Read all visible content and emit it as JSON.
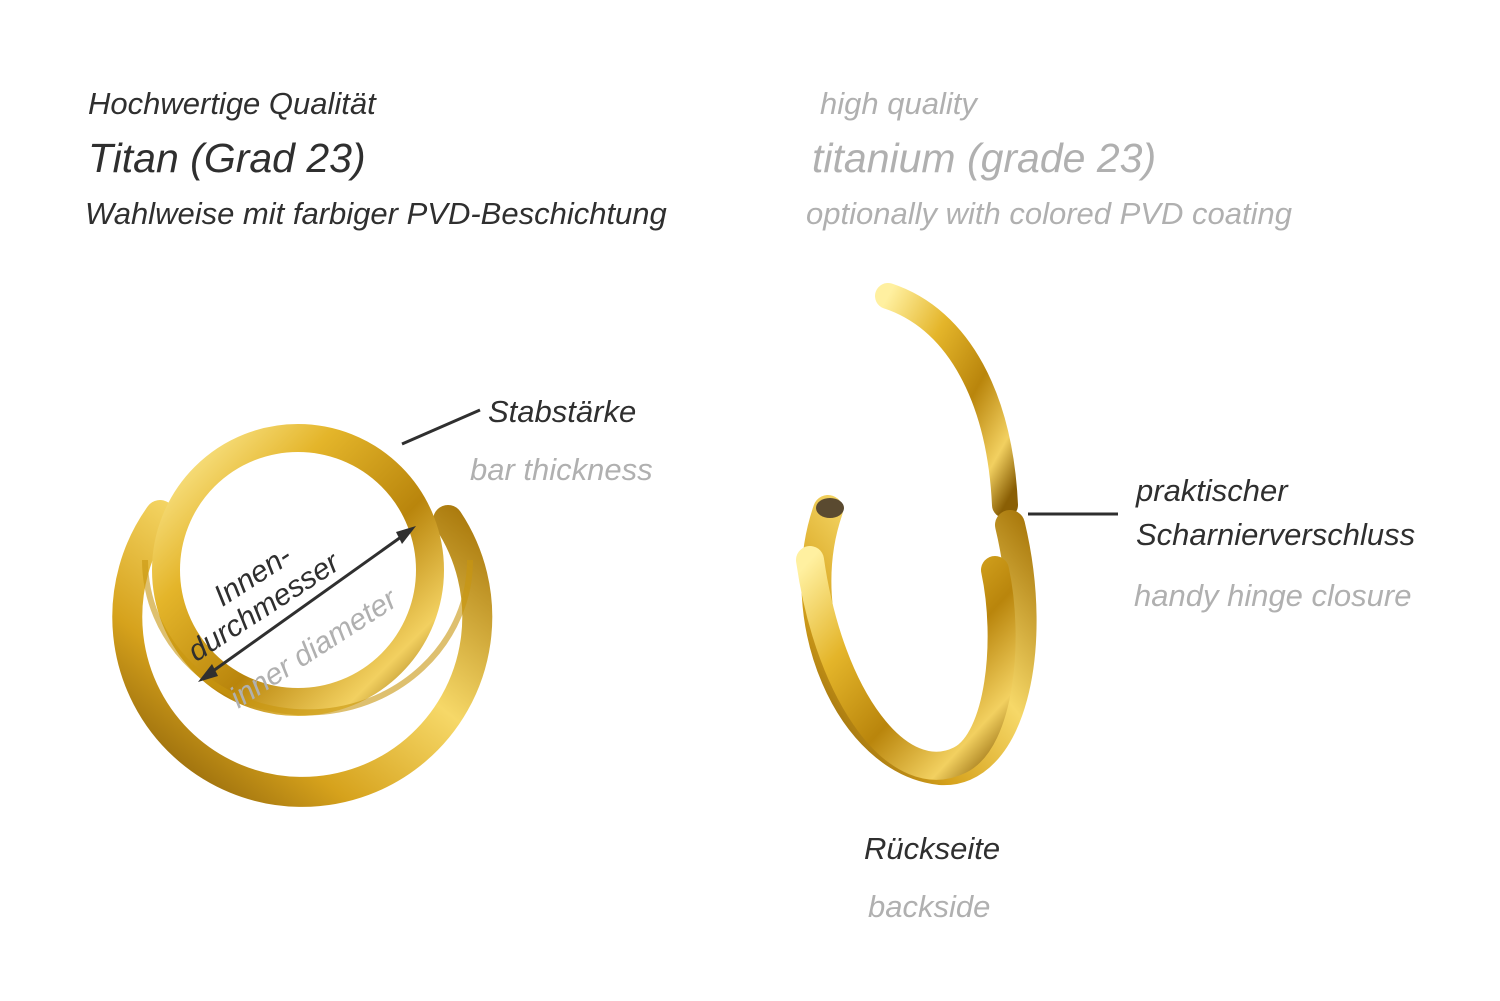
{
  "header": {
    "de": {
      "quality": "Hochwertige Qualität",
      "material": "Titan (Grad 23)",
      "coating": "Wahlweise mit farbiger PVD-Beschichtung"
    },
    "en": {
      "quality": "high quality",
      "material": "titanium (grade 23)",
      "coating": "optionally with colored PVD coating"
    }
  },
  "labels": {
    "bar_thickness_de": "Stabstärke",
    "bar_thickness_en": "bar thickness",
    "inner_diameter_de_1": "Innen-",
    "inner_diameter_de_2": "durchmesser",
    "inner_diameter_en": "inner diameter",
    "hinge_de_1": "praktischer",
    "hinge_de_2": "Scharnierverschluss",
    "hinge_en": "handy hinge closure",
    "backside_de": "Rückseite",
    "backside_en": "backside"
  },
  "colors": {
    "gold": "#d9a91e",
    "text_dark": "#2f2f2f",
    "text_light": "#b0b0b0"
  }
}
